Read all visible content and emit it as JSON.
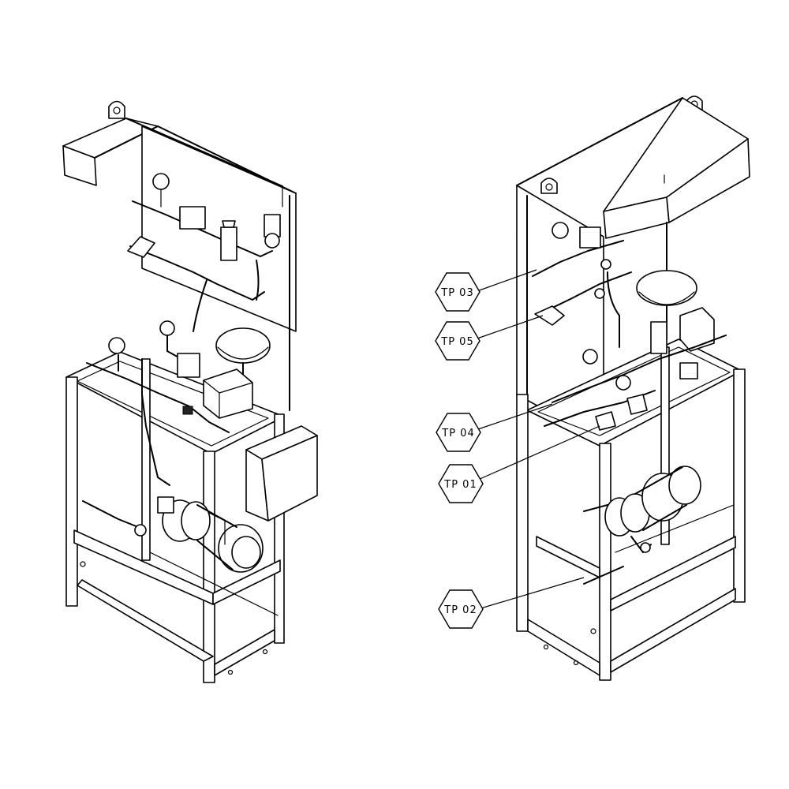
{
  "test_points": [
    {
      "id": "tp03",
      "label": "TP 03"
    },
    {
      "id": "tp05",
      "label": "TP 05"
    },
    {
      "id": "tp04",
      "label": "TP 04"
    },
    {
      "id": "tp01",
      "label": "TP 01"
    },
    {
      "id": "tp02",
      "label": "TP 02"
    }
  ]
}
